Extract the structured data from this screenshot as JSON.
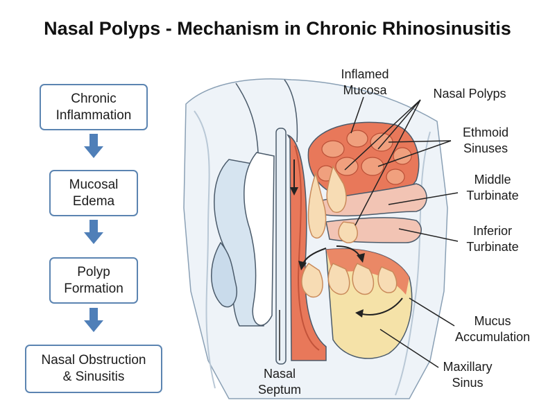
{
  "title": "Nasal Polyps - Mechanism in Chronic Rhinosinusitis",
  "flow": {
    "steps": [
      "Chronic\nInflammation",
      "Mucosal\nEdema",
      "Polyp\nFormation",
      "Nasal Obstruction\n& Sinusitis"
    ],
    "box_border_color": "#5b84b1",
    "arrow_color": "#4f7fb8",
    "arrow_icon": "down-arrow-icon"
  },
  "labels": {
    "inflamed_mucosa": "Inflamed\nMucosa",
    "nasal_polyps": "Nasal Polyps",
    "ethmoid_sinuses": "Ethmoid\nSinuses",
    "middle_turbinate": "Middle\nTurbinate",
    "inferior_turbinate": "Inferior\nTurbinate",
    "mucus_accumulation": "Mucus\nAccumulation",
    "maxillary_sinus": "Maxillary\nSinus",
    "nasal_septum": "Nasal\nSeptum"
  },
  "colors": {
    "inflamed_tissue": "#e8785a",
    "polyp": "#f7dcb4",
    "mucus": "#f5e2a8",
    "healthy_side": "#d6e4f0",
    "bone_outline": "#4a5a6a"
  }
}
